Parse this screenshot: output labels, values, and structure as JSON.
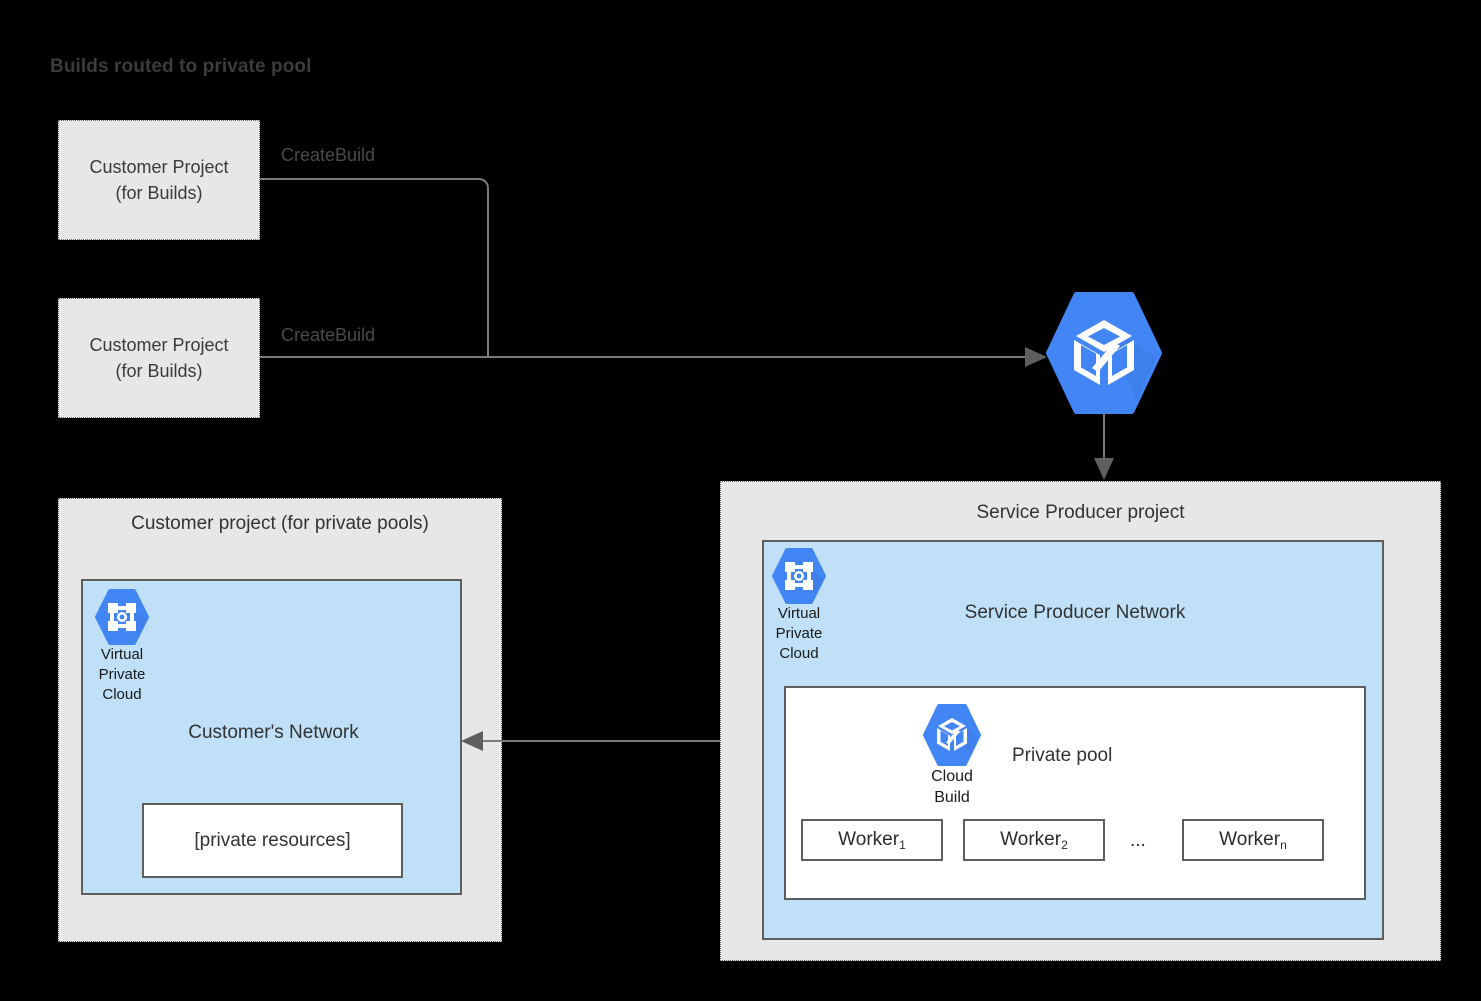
{
  "title": "Builds routed to private pool",
  "colors": {
    "background": "#000000",
    "panel_fill": "#e7e7e7",
    "panel_border": "#6b6b6b",
    "network_fill": "#bfe0f6",
    "box_border": "#5e5e5e",
    "gcp_blue": "#4285f4",
    "gcp_blue_dark": "#3367d6",
    "line": "#7a7a7a",
    "text": "#333333",
    "title_text": "#3c3c3c"
  },
  "build_projects": [
    {
      "line1": "Customer Project",
      "line2": "(for Builds)",
      "edge_label": "CreateBuild"
    },
    {
      "line1": "Customer Project",
      "line2": "(for Builds)",
      "edge_label": "CreateBuild"
    }
  ],
  "cloud_build_node": {
    "icon": "cloud-build-icon"
  },
  "customer_panel": {
    "title": "Customer project (for private pools)",
    "network": {
      "title": "Customer's Network",
      "vpc_icon_caption": [
        "Virtual",
        "Private",
        "Cloud"
      ],
      "resource_box": "[private resources]"
    }
  },
  "producer_panel": {
    "title": "Service Producer project",
    "network": {
      "title": "Service Producer Network",
      "vpc_icon_caption": [
        "Virtual",
        "Private",
        "Cloud"
      ],
      "private_pool": {
        "title": "Private pool",
        "cloud_build_caption": [
          "Cloud",
          "Build"
        ],
        "workers": [
          {
            "name": "Worker",
            "sub": "1"
          },
          {
            "name": "Worker",
            "sub": "2"
          },
          {
            "name": "Worker",
            "sub": "n"
          }
        ],
        "ellipsis": "..."
      }
    }
  }
}
